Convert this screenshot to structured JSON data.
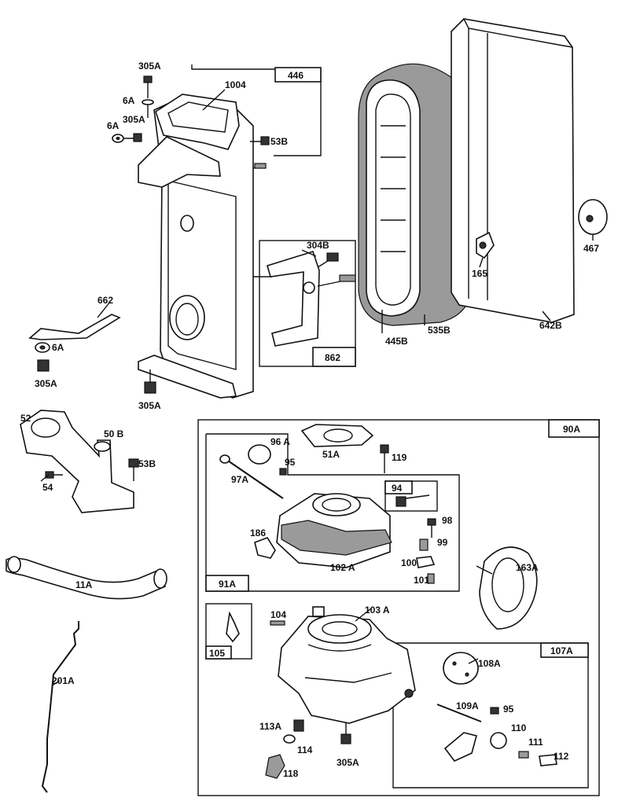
{
  "diagram": {
    "part_labels": {
      "p305a_top": "305A",
      "p6a_top": "6A",
      "p1004": "1004",
      "p6a_mid": "6A",
      "p305a_mid": "305A",
      "p53b_top": "53B",
      "p304b": "304B",
      "p662": "662",
      "p6a_low": "6A",
      "p305a_low": "305A",
      "p305a_bot": "305A",
      "p445b": "445B",
      "p535b": "535B",
      "p642b": "642B",
      "p467": "467",
      "p165": "165",
      "p52": "52",
      "p50b": "50 B",
      "p53b_mid": "53B",
      "p54": "54",
      "p11a": "11A",
      "p201a": "201A",
      "p51a": "51A",
      "p96a": "96 A",
      "p95_top": "95",
      "p97a": "97A",
      "p119": "119",
      "p98": "98",
      "p99": "99",
      "p186": "186",
      "p100": "100",
      "p102a": "102 A",
      "p101": "101",
      "p163a": "163A",
      "p104": "104",
      "p103a": "103 A",
      "p108a": "108A",
      "p109a": "109A",
      "p95_bot": "95",
      "p110": "110",
      "p111": "111",
      "p112": "112",
      "p113a": "113A",
      "p114": "114",
      "p118": "118",
      "p305a_carb": "305A"
    },
    "box_labels": {
      "b446": "446",
      "b862": "862",
      "b90a": "90A",
      "b94": "94",
      "b91a": "91A",
      "b105": "105",
      "b107a": "107A"
    }
  }
}
